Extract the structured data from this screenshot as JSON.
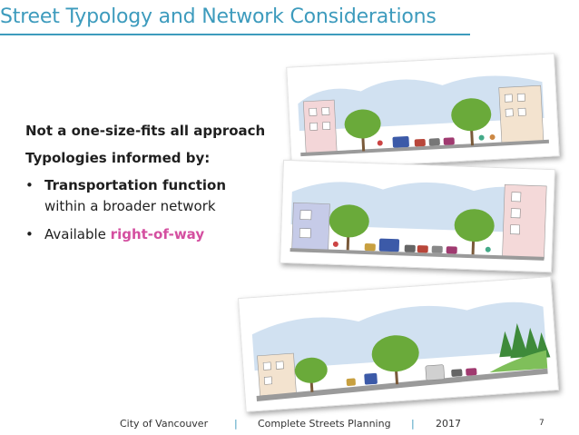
{
  "slide": {
    "title": "Street Typology and Network Considerations",
    "heading_1": "Not a one-size-fits all approach",
    "heading_2": "Typologies informed by:",
    "bullets": [
      {
        "bullet": "•",
        "bold": "Transportation function",
        "continuation": "within a broader network"
      },
      {
        "bullet": "•",
        "prefix": "Available ",
        "highlight": "right-of-way"
      }
    ],
    "accent_color": "#d44fa0",
    "title_color": "#3d9bbd"
  },
  "illustrations": [
    {
      "icon": "street-cross-section-illustration"
    },
    {
      "icon": "street-cross-section-illustration"
    },
    {
      "icon": "street-cross-section-illustration"
    }
  ],
  "footer": {
    "organization": "City of Vancouver",
    "separator": "|",
    "project": "Complete Streets Planning",
    "year": "2017",
    "page_number": "7"
  }
}
